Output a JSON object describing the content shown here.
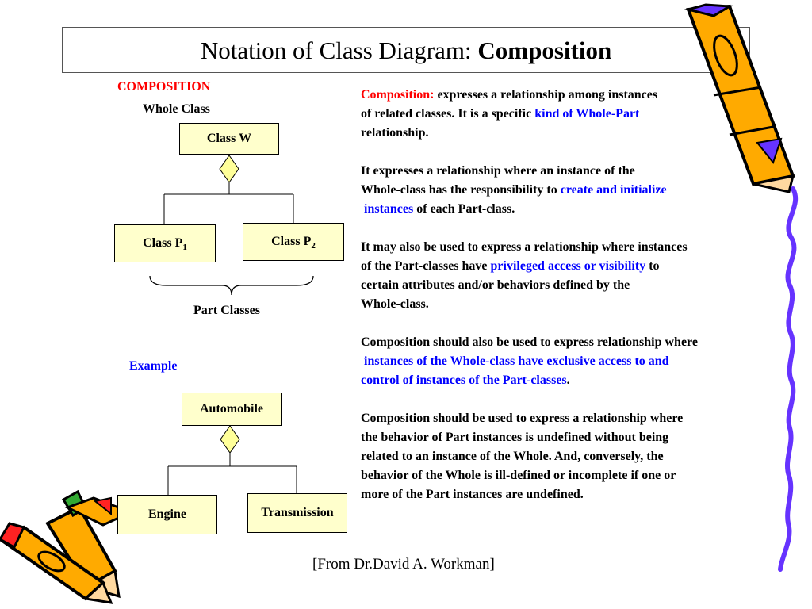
{
  "title": {
    "normal": "Notation of Class Diagram: ",
    "bold": "Composition"
  },
  "left": {
    "composition_label": "COMPOSITION",
    "whole_class_label": "Whole Class",
    "class_w": "Class W",
    "class_p1": "Class P",
    "class_p1_sub": "1",
    "class_p2": "Class P",
    "class_p2_sub": "2",
    "part_classes_label": "Part Classes",
    "example_label": "Example",
    "automobile": "Automobile",
    "engine": "Engine",
    "transmission": "Transmission"
  },
  "text": {
    "p1_red": "Composition:",
    "p1_a": " expresses a relationship among instances",
    "p1_b": "of related classes.  It is a specific ",
    "p1_blue": "kind of Whole-Part",
    "p1_c": "relationship.",
    "p2_a": "It expresses a relationship where an instance of the",
    "p2_b": "Whole-class has the responsibility to ",
    "p2_blue1": "create and initialize",
    "p2_blue2": "instances",
    "p2_c": " of each Part-class.",
    "p3_a": "It may also be used to express a relationship where instances",
    "p3_b": "of the Part-classes have ",
    "p3_blue": "privileged access or visibility",
    "p3_c": " to",
    "p3_d": "certain attributes and/or behaviors defined by the",
    "p3_e": "Whole-class.",
    "p4_a": "Composition should also be used to express relationship where",
    "p4_blue1": "instances of the Whole-class have exclusive access to and",
    "p4_blue2": "control of instances of the Part-classes",
    "p4_c": ".",
    "p5_a": "Composition should be used to express a relationship where",
    "p5_b": "the behavior of Part instances is undefined without being",
    "p5_c": "related to an instance of the Whole.  And, conversely,  the",
    "p5_d": "behavior of the Whole is ill-defined or incomplete if one or",
    "p5_e": "more of the Part instances are undefined."
  },
  "footer": "[From Dr.David A. Workman]",
  "colors": {
    "box_fill": "#ffffcc",
    "diamond_fill": "#ffff99",
    "accent_red": "#ff0000",
    "accent_blue": "#0000ff"
  },
  "decorations": {
    "top_right": "crayon-icon",
    "bottom_left": "crayons-icon",
    "right_edge": "squiggle-line"
  }
}
